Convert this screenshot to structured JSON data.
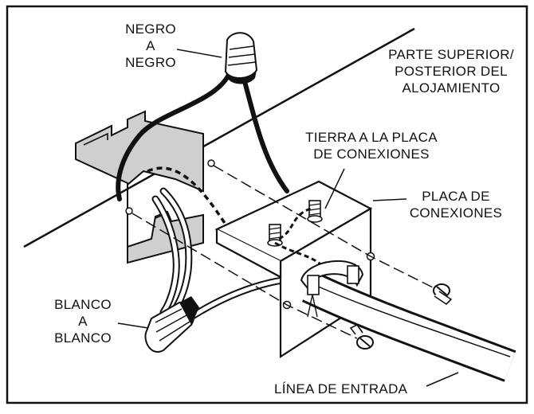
{
  "labels": {
    "black_to_black": [
      "NEGRO",
      "A",
      "NEGRO"
    ],
    "housing_top_rear": [
      "PARTE SUPERIOR/",
      "POSTERIOR DEL",
      "ALOJAMIENTO"
    ],
    "ground_to_plate": [
      "TIERRA A LA PLACA",
      "DE CONEXIONES"
    ],
    "junction_plate": [
      "PLACA DE",
      "CONEXIONES"
    ],
    "white_to_white": [
      "BLANCO",
      "A",
      "BLANCO"
    ],
    "supply_line": "LÍNEA DE ENTRADA"
  },
  "colors": {
    "ink": "#111111",
    "bracket_fill": "#c8c8c8",
    "background": "#ffffff"
  }
}
